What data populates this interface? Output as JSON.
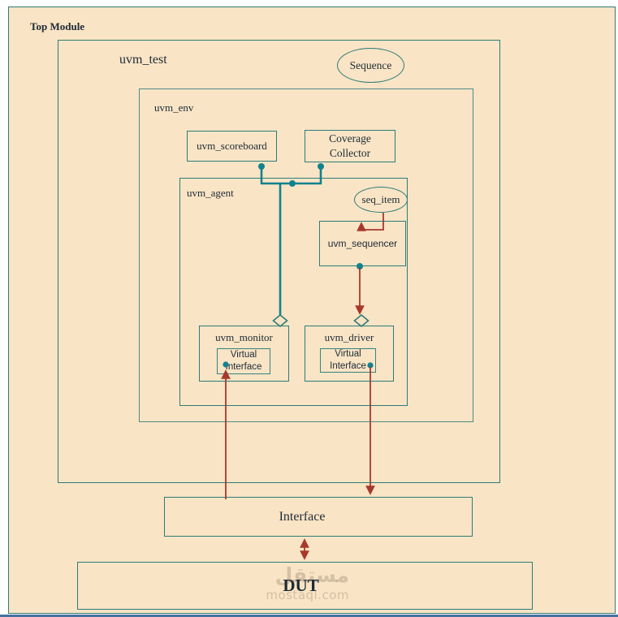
{
  "diagram": {
    "top_module": {
      "label": "Top Module"
    },
    "uvm_test": {
      "label": "uvm_test"
    },
    "sequence": {
      "label": "Sequence"
    },
    "uvm_env": {
      "label": "uvm_env"
    },
    "uvm_scoreboard": {
      "label": "uvm_scoreboard"
    },
    "coverage_collector": {
      "label": "Coverage Collector"
    },
    "uvm_agent": {
      "label": "uvm_agent"
    },
    "seq_item": {
      "label": "seq_item"
    },
    "uvm_sequencer": {
      "label": "uvm_sequencer"
    },
    "uvm_monitor": {
      "label": "uvm_monitor",
      "virtual_interface": "Virtual Interface"
    },
    "uvm_driver": {
      "label": "uvm_driver",
      "virtual_interface": "Virtual Interface"
    },
    "interface": {
      "label": "Interface"
    },
    "dut": {
      "label": "DUT"
    }
  },
  "watermark": {
    "arabic": "مستقل",
    "latin": "mostaql.com"
  },
  "colors": {
    "background_cream": "#f9e4c5",
    "box_border_teal": "#2d7c77",
    "env_border_teal": "#4e8b86",
    "connector_teal": "#10828e",
    "arrow_red": "#a8382b",
    "text": "#1c2b36",
    "bottom_edge_blue": "#46719f"
  }
}
